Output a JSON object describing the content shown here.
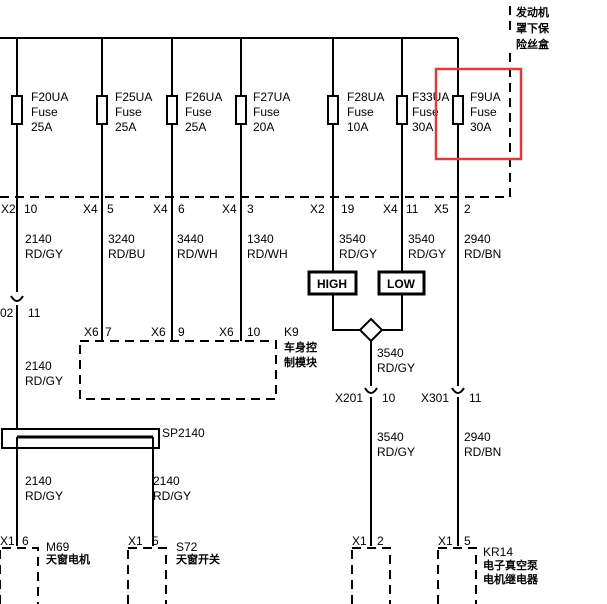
{
  "fusebox_label": [
    "发动机",
    "罩下保",
    "险丝盒"
  ],
  "fuses": [
    {
      "id": "F20UA",
      "kind": "Fuse",
      "rating": "25A"
    },
    {
      "id": "F25UA",
      "kind": "Fuse",
      "rating": "25A"
    },
    {
      "id": "F26UA",
      "kind": "Fuse",
      "rating": "25A"
    },
    {
      "id": "F27UA",
      "kind": "Fuse",
      "rating": "20A"
    },
    {
      "id": "F28UA",
      "kind": "Fuse",
      "rating": "10A"
    },
    {
      "id": "F33UA",
      "kind": "Fuse",
      "rating": "30A"
    },
    {
      "id": "F9UA",
      "kind": "Fuse",
      "rating": "30A"
    }
  ],
  "fuse_connectors": [
    {
      "conn": "X2",
      "pin": "10"
    },
    {
      "conn": "X4",
      "pin": "5"
    },
    {
      "conn": "X4",
      "pin": "6"
    },
    {
      "conn": "X4",
      "pin": "3"
    },
    {
      "conn": "X2",
      "pin": "19"
    },
    {
      "conn": "X4",
      "pin": "11"
    },
    {
      "conn": "X5",
      "pin": "2"
    }
  ],
  "wires": [
    {
      "circuit": "2140",
      "color": "RD/GY"
    },
    {
      "circuit": "3240",
      "color": "RD/BU"
    },
    {
      "circuit": "3440",
      "color": "RD/WH"
    },
    {
      "circuit": "1340",
      "color": "RD/WH"
    },
    {
      "circuit": "3540",
      "color": "RD/GY"
    },
    {
      "circuit": "3540",
      "color": "RD/GY"
    },
    {
      "circuit": "2940",
      "color": "RD/BN"
    }
  ],
  "high_label": "HIGH",
  "low_label": "LOW",
  "left_inline": {
    "conn": "02",
    "pin": "11"
  },
  "k9_pins": [
    {
      "conn": "X6",
      "pin": "7"
    },
    {
      "conn": "X6",
      "pin": "9"
    },
    {
      "conn": "X6",
      "pin": "10"
    }
  ],
  "k9": {
    "id": "K9",
    "name1": "车身控",
    "name2": "制模块"
  },
  "left_wire2": {
    "circuit": "2140",
    "color": "RD/GY"
  },
  "diamond_wire": {
    "circuit": "3540",
    "color": "RD/GY"
  },
  "x201": {
    "conn": "X201",
    "pin": "10"
  },
  "x301": {
    "conn": "X301",
    "pin": "11"
  },
  "splice": "SP2140",
  "mid_wire_3540": {
    "circuit": "3540",
    "color": "RD/GY"
  },
  "mid_wire_2940": {
    "circuit": "2940",
    "color": "RD/BN"
  },
  "splice_out_left": {
    "circuit": "2140",
    "color": "RD/GY"
  },
  "splice_out_right": {
    "circuit": "2140",
    "color": "RD/GY"
  },
  "bottom": [
    {
      "conn": "X1",
      "pin": "6",
      "id": "M69",
      "name": "天窗电机"
    },
    {
      "conn": "X1",
      "pin": "5",
      "id": "S72",
      "name": "天窗开关"
    },
    {
      "conn": "X1",
      "pin": "2"
    },
    {
      "conn": "X1",
      "pin": "5",
      "id": "KR14",
      "name": "电子真空泵",
      "name2": "电机继电器"
    }
  ],
  "highlight_color": "#e0393e"
}
